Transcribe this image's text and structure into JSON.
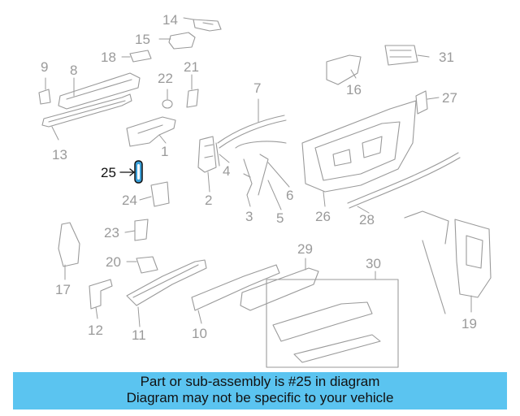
{
  "callouts": {
    "c1": "1",
    "c2": "2",
    "c3": "3",
    "c4": "4",
    "c5": "5",
    "c6": "6",
    "c7": "7",
    "c8": "8",
    "c9": "9",
    "c10": "10",
    "c11": "11",
    "c12": "12",
    "c13": "13",
    "c14": "14",
    "c15": "15",
    "c16": "16",
    "c17": "17",
    "c18": "18",
    "c19": "19",
    "c20": "20",
    "c21": "21",
    "c22": "22",
    "c23": "23",
    "c24": "24",
    "c25": "25",
    "c26": "26",
    "c27": "27",
    "c28": "28",
    "c29": "29",
    "c30": "30",
    "c31": "31"
  },
  "highlighted_part": "25",
  "highlight_color": "#3a9fd8",
  "banner": {
    "line1": "Part or sub-assembly is #25 in diagram",
    "line2": "Diagram may not be specific to your vehicle",
    "background": "#5bc4f0"
  }
}
